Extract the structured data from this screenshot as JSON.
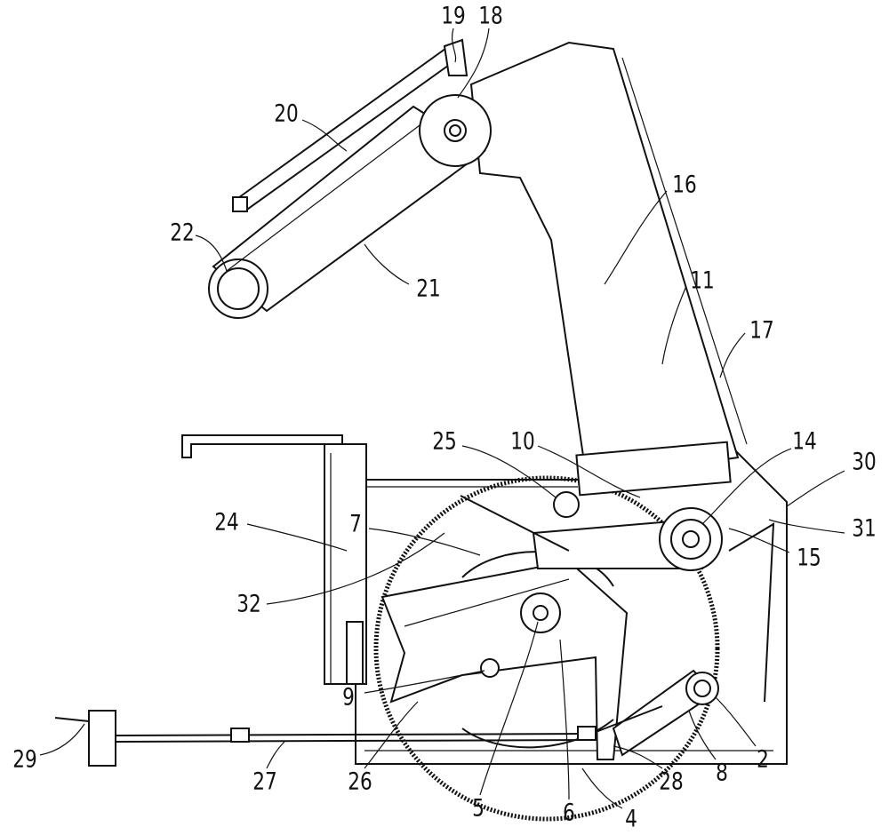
{
  "figure": {
    "type": "patent mechanical drawing",
    "labels": [
      "19",
      "18",
      "20",
      "22",
      "21",
      "16",
      "11",
      "17",
      "25",
      "10",
      "14",
      "30",
      "31",
      "24",
      "7",
      "32",
      "15",
      "9",
      "29",
      "27",
      "26",
      "5",
      "6",
      "4",
      "28",
      "8",
      "2"
    ]
  }
}
